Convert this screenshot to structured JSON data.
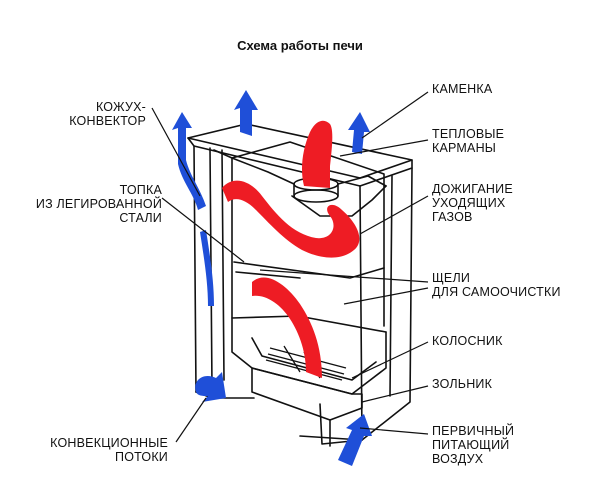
{
  "title": "Схема работы печи",
  "labels_left": [
    {
      "id": "kozhukh",
      "lines": [
        "КОЖУХ-",
        "КОНВЕКТОР"
      ]
    },
    {
      "id": "topka",
      "lines": [
        "ТОПКА",
        "ИЗ ЛЕГИРОВАННОЙ",
        "СТАЛИ"
      ]
    },
    {
      "id": "konvekc",
      "lines": [
        "КОНВЕКЦИОННЫЕ",
        "ПОТОКИ"
      ]
    }
  ],
  "labels_right": [
    {
      "id": "kamenka",
      "lines": [
        "КАМЕНКА"
      ]
    },
    {
      "id": "karmany",
      "lines": [
        "ТЕПЛОВЫЕ",
        "КАРМАНЫ"
      ]
    },
    {
      "id": "dozhig",
      "lines": [
        "ДОЖИГАНИЕ",
        "УХОДЯЩИХ",
        "ГАЗОВ"
      ]
    },
    {
      "id": "scheli",
      "lines": [
        "ЩЕЛИ",
        "ДЛЯ САМООЧИСТКИ"
      ]
    },
    {
      "id": "kolosnik",
      "lines": [
        "КОЛОСНИК"
      ]
    },
    {
      "id": "zolnik",
      "lines": [
        "ЗОЛЬНИК"
      ]
    },
    {
      "id": "vozduh",
      "lines": [
        "ПЕРВИЧНЫЙ",
        "ПИТАЮЩИЙ",
        "ВОЗДУХ"
      ]
    }
  ],
  "colors": {
    "flame": "#ee1c24",
    "air": "#1f4fd8",
    "outline": "#111111"
  }
}
